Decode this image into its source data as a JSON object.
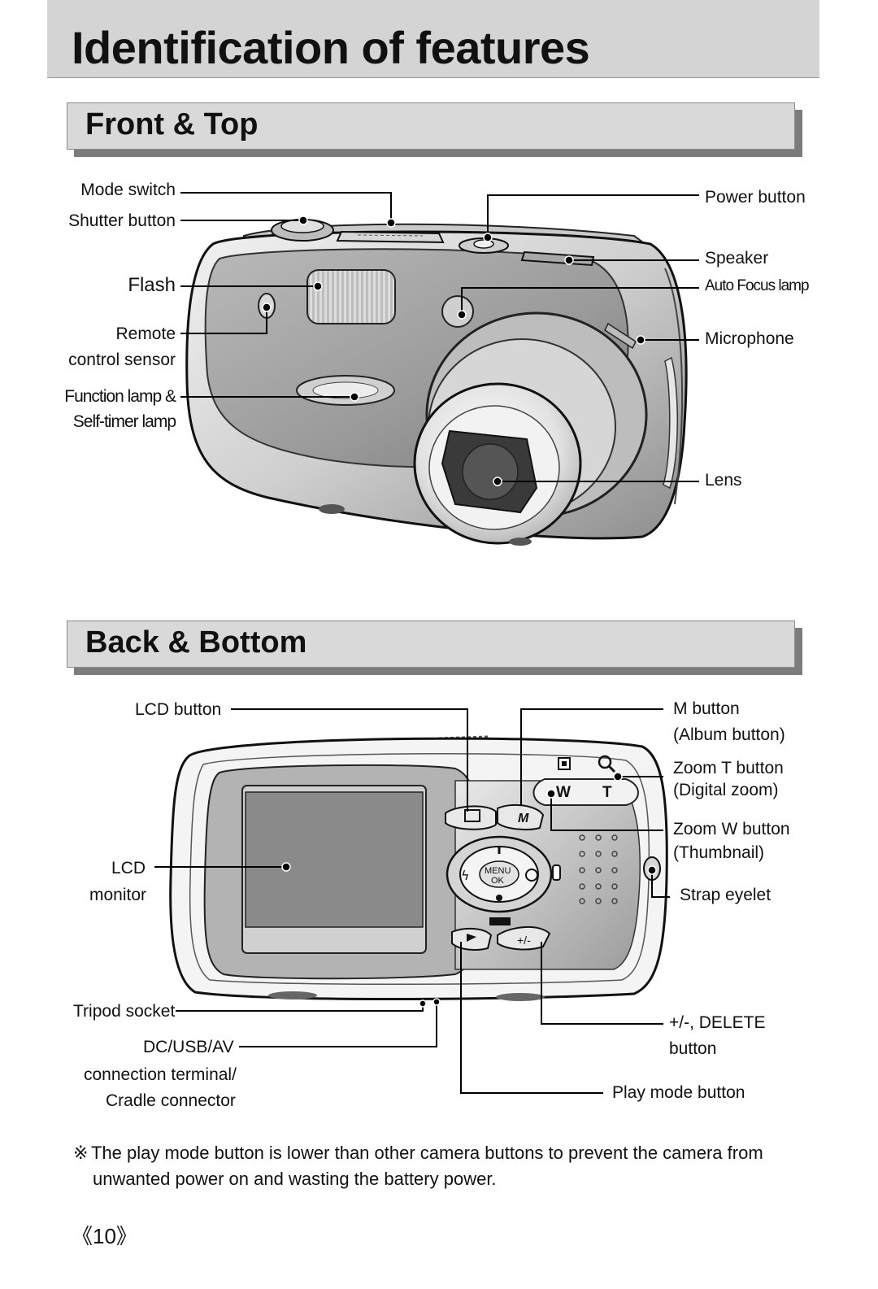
{
  "page_title": "Identification of features",
  "sections": {
    "front_top": "Front & Top",
    "back_bottom": "Back & Bottom"
  },
  "front_labels": {
    "mode_switch": "Mode switch",
    "shutter_button": "Shutter button",
    "flash": "Flash",
    "remote_1": "Remote",
    "remote_2": "control sensor",
    "function_lamp_1": "Function lamp &",
    "function_lamp_2": "Self-timer lamp",
    "power_button": "Power button",
    "speaker": "Speaker",
    "af_lamp": "Auto Focus lamp",
    "microphone": "Microphone",
    "lens": "Lens"
  },
  "back_labels": {
    "lcd_button": "LCD button",
    "lcd_1": "LCD",
    "lcd_2": "monitor",
    "m_button_1": "M button",
    "m_button_2": "(Album button)",
    "zoom_t_1": "Zoom T button",
    "zoom_t_2": "(Digital zoom)",
    "zoom_w_1": "Zoom W button",
    "zoom_w_2": "(Thumbnail)",
    "strap": "Strap eyelet",
    "tripod": "Tripod socket",
    "dc_1": "DC/USB/AV",
    "dc_2": "connection terminal/",
    "dc_3": "Cradle connector",
    "delete_1": "+/-, DELETE",
    "delete_2": "button",
    "play": "Play mode button"
  },
  "camera_buttons": {
    "w": "W",
    "t": "T",
    "menu": "MENU",
    "ok": "OK",
    "m": "M",
    "plus_minus": "+/-"
  },
  "note": {
    "mark": "※",
    "line1": "The play mode button is lower than other camera buttons to prevent the camera from",
    "line2": "unwanted power on and wasting the battery power."
  },
  "page_number": "《10》"
}
